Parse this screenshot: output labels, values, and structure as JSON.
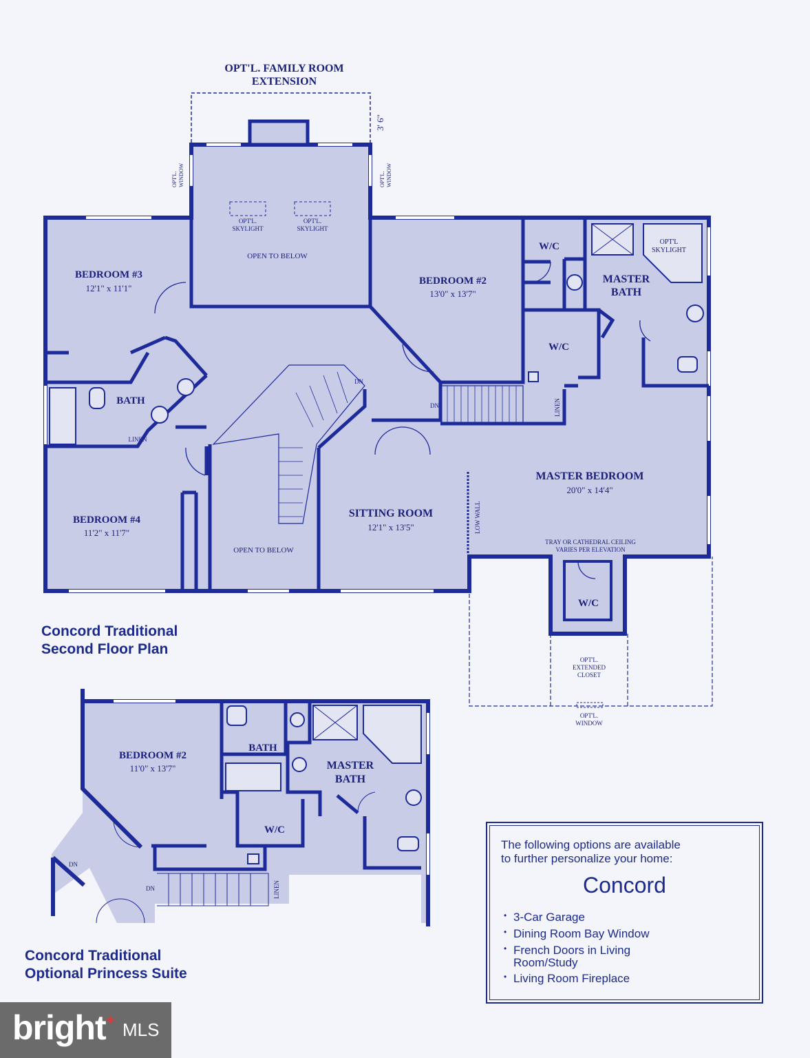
{
  "main_plan": {
    "extension_label": [
      "OPT'L. FAMILY ROOM",
      "EXTENSION"
    ],
    "extension_depth": "3' 6\"",
    "opt_window": [
      "OPT'L.",
      "WINDOW"
    ],
    "opt_skylight": [
      "OPT'L.",
      "SKYLIGHT"
    ],
    "open_to_below": "OPEN TO BELOW",
    "bedroom3": {
      "name": "BEDROOM #3",
      "size": "12'1\" x 11'1\""
    },
    "bedroom2": {
      "name": "BEDROOM #2",
      "size": "13'0\" x 13'7\""
    },
    "bedroom4": {
      "name": "BEDROOM #4",
      "size": "11'2\" x 11'7\""
    },
    "bath": "BATH",
    "linen": "LINEN",
    "wc": "W/C",
    "master_bath": [
      "MASTER",
      "BATH"
    ],
    "master_skylight": [
      "OPT'L",
      "SKYLIGHT"
    ],
    "dn": "DN",
    "sitting_room": {
      "name": "SITTING ROOM",
      "size": "12'1\" x 13'5\""
    },
    "low_wall": "LOW WALL",
    "master_bedroom": {
      "name": "MASTER BEDROOM",
      "size": "20'0\" x 14'4\""
    },
    "ceiling_note": [
      "TRAY OR CATHEDRAL CEILING",
      "VARIES PER ELEVATION"
    ],
    "extended_closet": [
      "OPT'L.",
      "EXTENDED",
      "CLOSET"
    ]
  },
  "princess_plan": {
    "bedroom2": {
      "name": "BEDROOM #2",
      "size": "11'0\" x 13'7\""
    },
    "bath": "BATH",
    "master_bath": [
      "MASTER",
      "BATH"
    ],
    "wc": "W/C",
    "dn": "DN",
    "linen": "LINEN"
  },
  "captions": {
    "main": [
      "Concord Traditional",
      "Second Floor Plan"
    ],
    "alt": [
      "Concord Traditional",
      "Optional Princess Suite"
    ]
  },
  "options": {
    "intro": [
      "The following options are available",
      "to further personalize your home:"
    ],
    "title": "Concord",
    "items": [
      "3-Car Garage",
      "Dining Room Bay Window",
      "French Doors in Living Room/Study",
      "Living Room Fireplace"
    ]
  },
  "logo": {
    "word": "bright",
    "suffix": "MLS"
  },
  "colors": {
    "wall": "#1c2a9a",
    "floor": "#c9cce6",
    "ink": "#1a1f7a"
  }
}
